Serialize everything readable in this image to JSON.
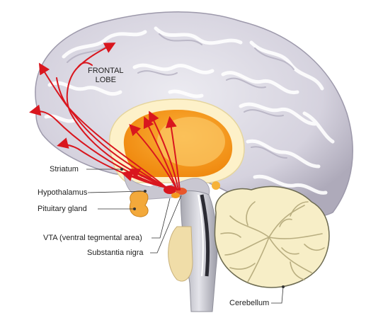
{
  "labels": {
    "frontal_lobe_line1": "FRONTAL",
    "frontal_lobe_line2": "LOBE",
    "striatum": "Striatum",
    "hypothalamus": "Hypothalamus",
    "pituitary_gland": "Pituitary gland",
    "vta": "VTA (ventral tegmental area)",
    "substantia_nigra": "Substantia nigra",
    "cerebellum": "Cerebellum"
  },
  "colors": {
    "cortex": "#d9d6e0",
    "cortex_shadow": "#a9a5b5",
    "sulci": "#ffffff",
    "striatum": "#f39a1f",
    "striatum_light": "#fbc866",
    "ventricle_rim": "#fdf1c9",
    "pathway": "#d9161e",
    "cerebellum": "#f7eec7",
    "cerebellum_outline": "#6c6a50",
    "brainstem": "#c8c8cf",
    "pituitary": "#f3a93b"
  }
}
